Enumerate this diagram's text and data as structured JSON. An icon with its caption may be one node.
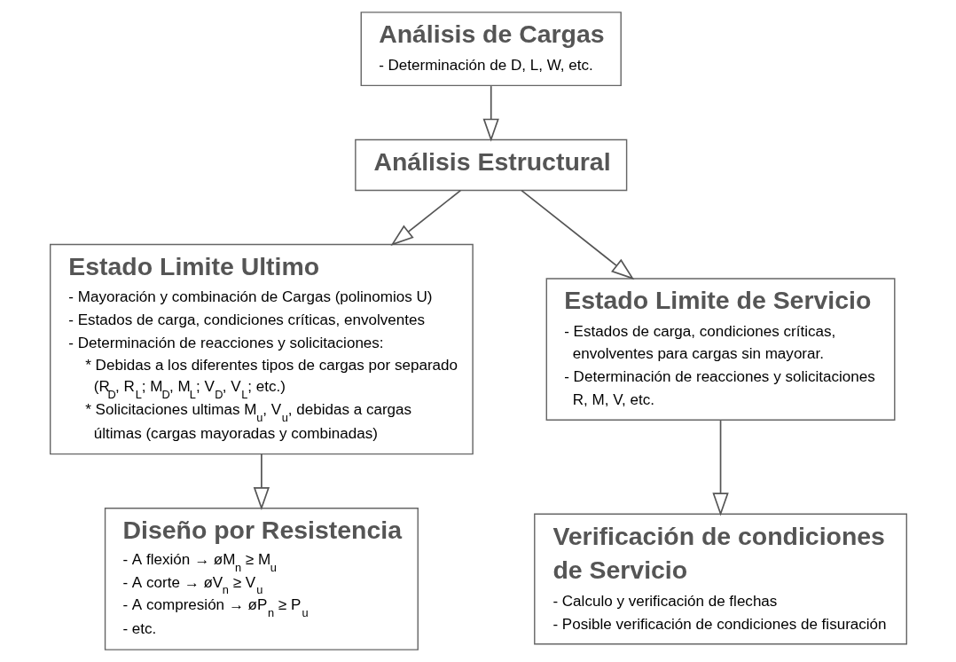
{
  "diagram": {
    "nodes": [
      {
        "text": [
          "Análisis de Cargas",
          "- Determinación de D, L, W, etc."
        ]
      },
      {
        "text": [
          "Análisis Estructural"
        ]
      },
      {
        "text": [
          "Estado Limite Ultimo",
          "- Mayoración y combinación de Cargas (polinomios U)",
          "- Estados de carga, condiciones críticas, envolventes",
          "- Determinación de reacciones y solicitaciones:",
          "* Debidas a los diferentes tipos de cargas por separado (R$_{D}$, R$_{L}$; M$_{D}$, M$_{L}$; V$_{D}$, V$_{L}$; etc.)",
          "* Solicitaciones ultimas M$_{u}$, V$_{u}$, debidas a cargas últimas (cargas mayoradas y combinadas)"
        ]
      },
      {
        "text": [
          "Estado Limite de Servicio",
          "- Estados de carga, condiciones críticas, envolventes para cargas sin mayorar.",
          "- Determinación de reacciones y solicitaciones R, M, V, etc."
        ]
      },
      {
        "text": [
          "Diseño por Resistencia",
          "- A flexión → øM$_{n}$ ≥ M$_{u}$",
          "- A corte → øV$_{n}$ ≥ V$_{u}$",
          "- A compresión → øP$_{n}$ ≥ P$_{u}$",
          "- etc."
        ]
      },
      {
        "text": [
          "Verificación de condiciones de Servicio",
          "- Calculo y verificación de flechas",
          "- Posible verificación de condiciones de fisuración"
        ]
      }
    ],
    "edges": [
      {
        "from": 0,
        "to": 1,
        "arrow": "to"
      },
      {
        "from": 1,
        "to": 2,
        "arrow": "to"
      },
      {
        "from": 1,
        "to": 3,
        "arrow": "to"
      },
      {
        "from": 2,
        "to": 4,
        "arrow": "to"
      },
      {
        "from": 3,
        "to": 5,
        "arrow": "to"
      }
    ]
  }
}
